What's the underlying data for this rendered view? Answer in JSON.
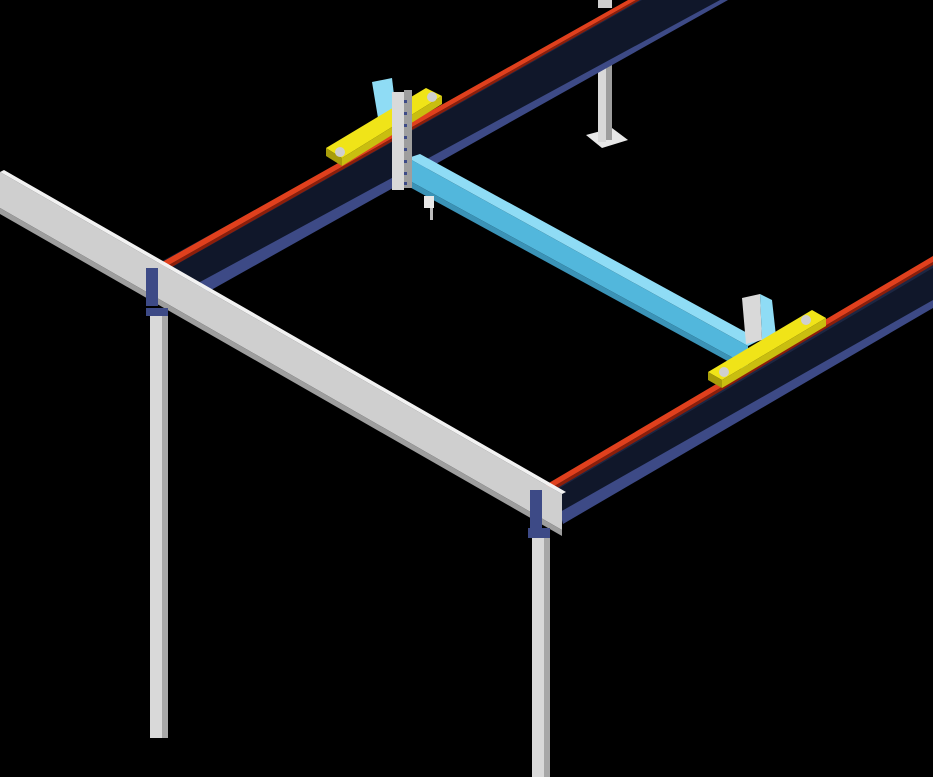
{
  "scene": {
    "background": "#000000",
    "colors": {
      "column_face": "#d9d9d9",
      "column_side": "#a8a8a8",
      "column_light": "#f0f0f0",
      "header_top": "#f2f2f2",
      "header_front": "#cfcfcf",
      "header_under": "#9e9e9e",
      "runway_top": "#10172a",
      "runway_side": "#1d2743",
      "runway_flange": "#3d4a86",
      "rail": "#e0401d",
      "rail_dark": "#8c1e0a",
      "bridge_top": "#8fdcf5",
      "bridge_side": "#52b7dc",
      "bridge_dark": "#3b93b7",
      "end_truck": "#f0e418",
      "end_truck_dark": "#a89d0a",
      "plate": "#3d4a86",
      "wheel": "#cfcfcf"
    },
    "components": [
      "runway-beam-left",
      "runway-beam-right",
      "crane-rail-left",
      "crane-rail-right",
      "bridge-girder",
      "end-truck-left",
      "end-truck-right",
      "hoist",
      "header-beam",
      "column-front-left",
      "column-front-right",
      "column-back"
    ]
  }
}
